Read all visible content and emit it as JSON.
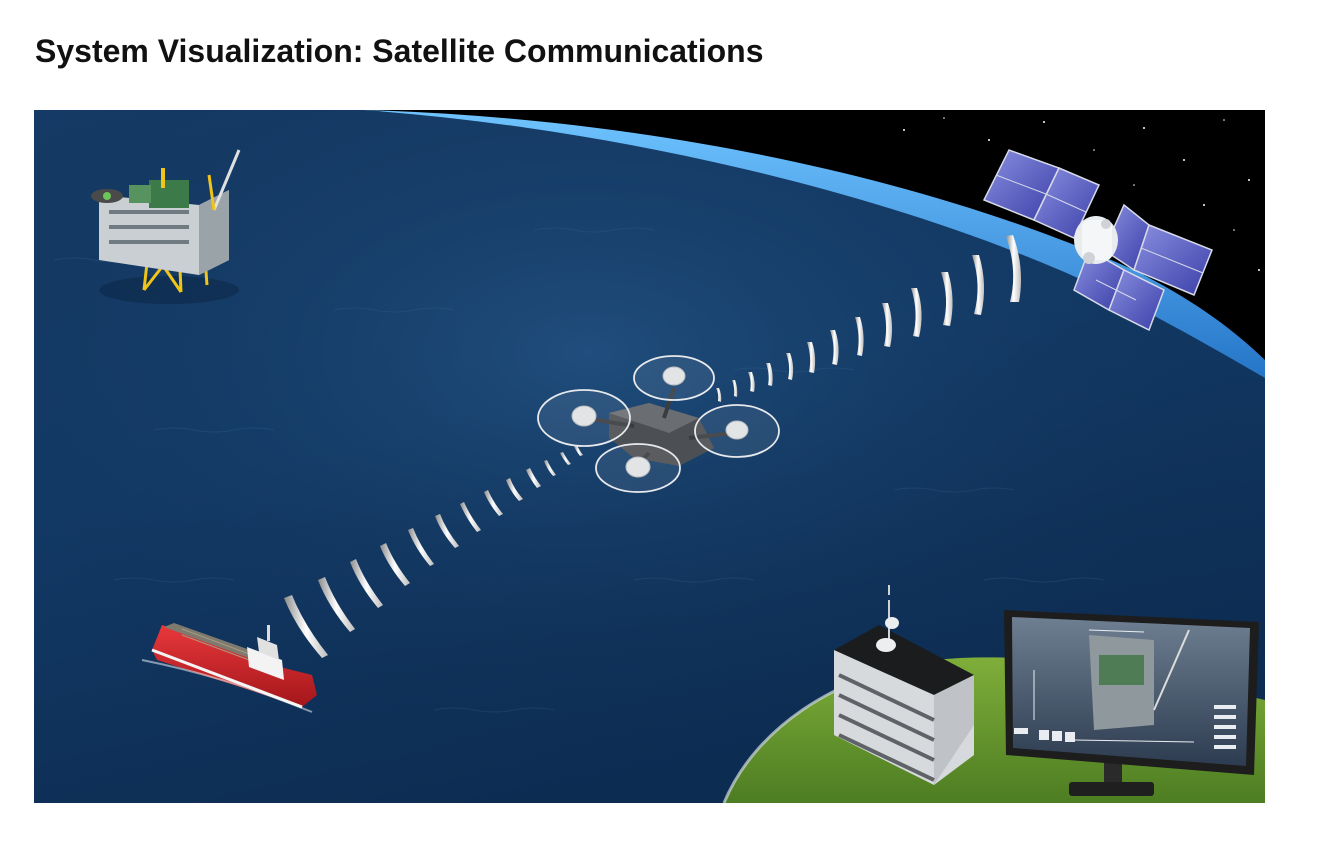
{
  "page": {
    "title": "System Visualization: Satellite Communications"
  },
  "scene": {
    "colors": {
      "ocean_dark": "#0f2f55",
      "ocean_light": "#2a5a86",
      "atmosphere": "#3b9be8",
      "space": "#000000",
      "island_grass": "#6a9a2e",
      "ship_hull": "#d8262b",
      "platform_frame": "#f0c419"
    },
    "elements": [
      "oil-platform",
      "satellite",
      "drone",
      "ship",
      "ground-station-building",
      "monitor-display"
    ]
  }
}
